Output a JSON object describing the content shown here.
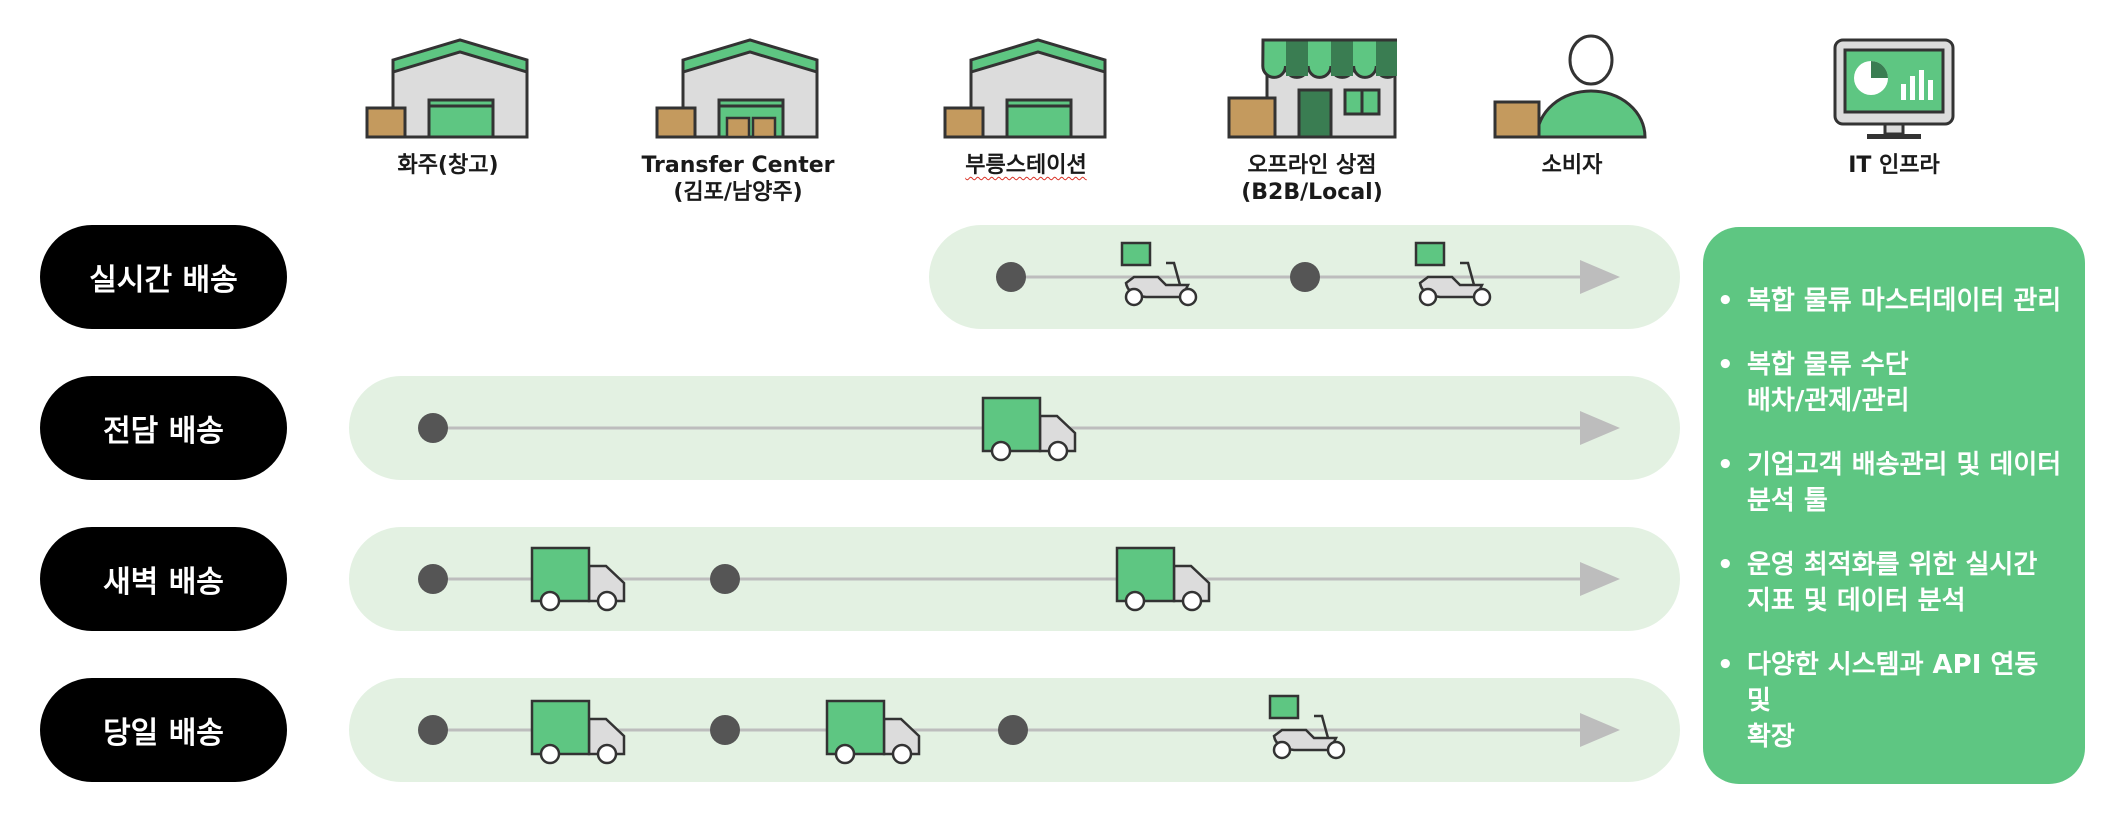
{
  "nodes": [
    {
      "label": "화주(창고)",
      "icon": "warehouse-icon"
    },
    {
      "label": "Transfer Center\n(김포/남양주)",
      "icon": "transfer-center-icon"
    },
    {
      "label": "부릉스테이션",
      "icon": "station-icon"
    },
    {
      "label": "오프라인 상점\n(B2B/Local)",
      "icon": "store-icon"
    },
    {
      "label": "소비자",
      "icon": "consumer-icon"
    },
    {
      "label": "IT 인프라",
      "icon": "monitor-icon"
    }
  ],
  "rows": [
    {
      "label": "실시간 배송"
    },
    {
      "label": "전담 배송"
    },
    {
      "label": "새벽 배송"
    },
    {
      "label": "당일 배송"
    }
  ],
  "infra_items": [
    "복합 물류 마스터데이터 관리",
    "복합 물류 수단\n배차/관제/관리",
    "기업고객 배송관리 및 데이터\n분석 툴",
    "운영 최적화를 위한 실시간\n지표 및 데이터 분석",
    "다양한 시스템과 API 연동 및\n확장"
  ],
  "colors": {
    "green": "#5ec682",
    "dark_green": "#3a7d52",
    "lane_bg": "#e3f1e2",
    "pill_bg": "#000000",
    "box": "#c49a5e",
    "track": "#bdbdbd",
    "dot": "#555555"
  }
}
